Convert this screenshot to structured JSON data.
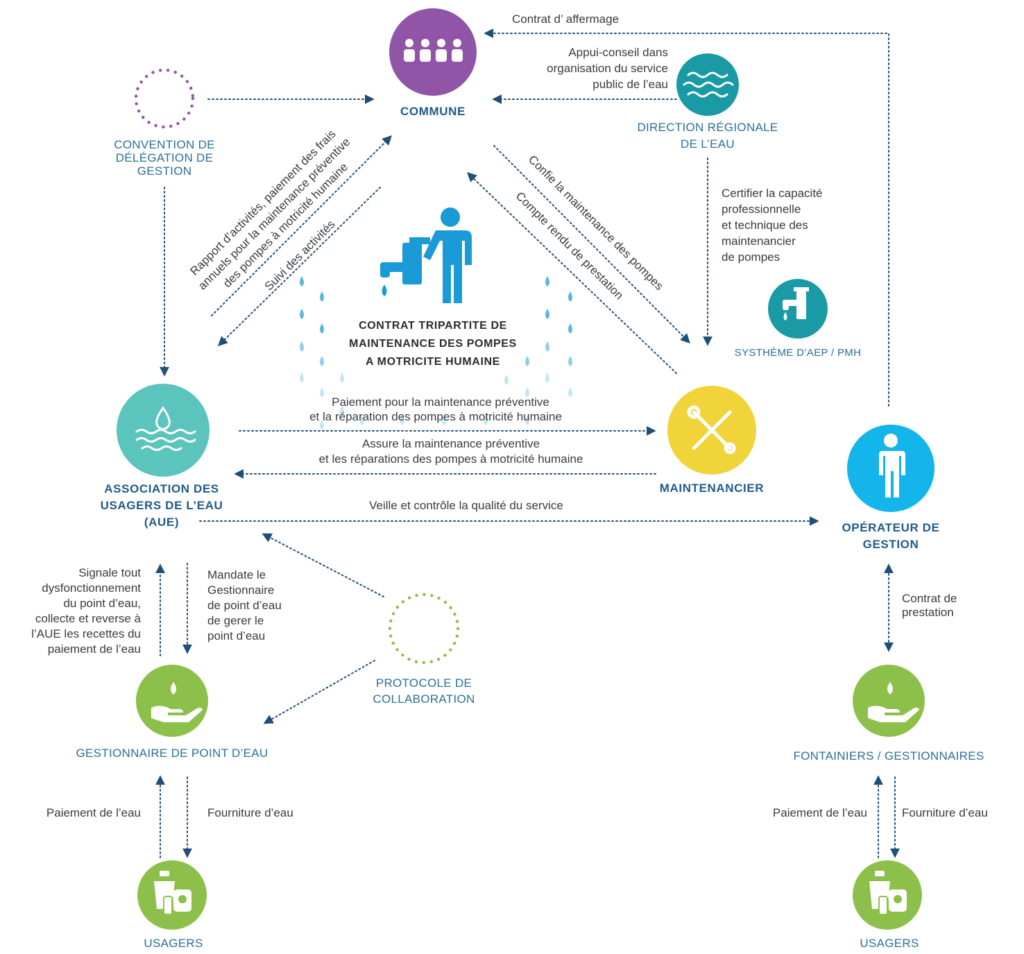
{
  "nodes": {
    "commune": "COMMUNE",
    "convention": [
      "CONVENTION DE",
      "DÉLÉGATION DE",
      "GESTION"
    ],
    "direction": [
      "DIRECTION RÉGIONALE",
      "DE L’EAU"
    ],
    "systeme": "SYSTHÈME D’AEP / PMH",
    "aue": [
      "ASSOCIATION DES",
      "USAGERS DE L’EAU",
      "(AUE)"
    ],
    "maintenancier": "MAINTENANCIER",
    "operateur": [
      "OPÉRATEUR DE",
      "GESTION"
    ],
    "protocole": [
      "PROTOCOLE DE",
      "COLLABORATION"
    ],
    "gestionnaire": "GESTIONNAIRE DE POINT D’EAU",
    "fontainiers": "FONTAINIERS / GESTIONNAIRES",
    "usagers_left": "USAGERS",
    "usagers_right": "USAGERS"
  },
  "center_title": [
    "CONTRAT TRIPARTITE DE",
    "MAINTENANCE DES POMPES",
    "A MOTRICITE HUMAINE"
  ],
  "edges": {
    "contrat_affermage": "Contrat d’ affermage",
    "appui_conseil": [
      "Appui-conseil dans",
      "organisation du service",
      "public de l’eau"
    ],
    "certifier": [
      "Certifier la capacité",
      "professionnelle",
      "et technique des",
      "maintenancier",
      "de pompes"
    ],
    "rapport": [
      "Rapport d’activités, paiement des frais",
      "annuels pour la maintenance préventive",
      "des pompes à motricité humaine"
    ],
    "suivi": "Suivi des activités",
    "confie": "Confie la maintenance des pompes",
    "compte_rendu": "Compte rendu de prestation",
    "paiement_maintenance": [
      "Paiement pour la maintenance préventive",
      "et la réparation des pompes à motricité humaine"
    ],
    "assure": [
      "Assure la maintenance préventive",
      "et les réparations des pompes à motricité humaine"
    ],
    "veille": "Veille et contrôle la qualité du service",
    "signale": [
      "Signale tout",
      "dysfonctionnement",
      "du point d’eau,",
      "collecte et reverse à",
      "l’AUE les recettes du",
      "paiement de l’eau"
    ],
    "mandate": [
      "Mandate le",
      "Gestionnaire",
      "de point d’eau",
      "de gerer le",
      "point d’eau"
    ],
    "contrat_prestation": [
      "Contrat de",
      "prestation"
    ],
    "paiement_eau_left": "Paiement de l’eau",
    "fourniture_left": "Fourniture d’eau",
    "paiement_eau_right": "Paiement de l’eau",
    "fourniture_right": "Fourniture d’eau"
  },
  "colors": {
    "commune": "#9155a7",
    "direction": "#1a9aa5",
    "aue": "#5bc4bc",
    "maintenancier": "#f0d43a",
    "operateur": "#13b5ea",
    "green": "#8dc04a",
    "lines": "#1f4e79",
    "label_blue": "#2a6f97"
  }
}
